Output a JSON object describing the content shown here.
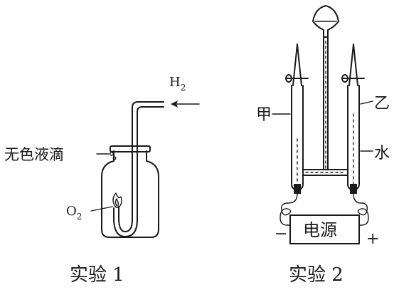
{
  "experiment1": {
    "caption": "实验 1",
    "h2_label": "H",
    "h2_subscript": "2",
    "droplet_label": "无色液滴",
    "o2_label": "O",
    "o2_subscript": "2"
  },
  "experiment2": {
    "caption": "实验 2",
    "label_jia": "甲",
    "label_yi": "乙",
    "label_water": "水",
    "power_label": "电源",
    "minus_sign": "−",
    "plus_sign": "+"
  }
}
